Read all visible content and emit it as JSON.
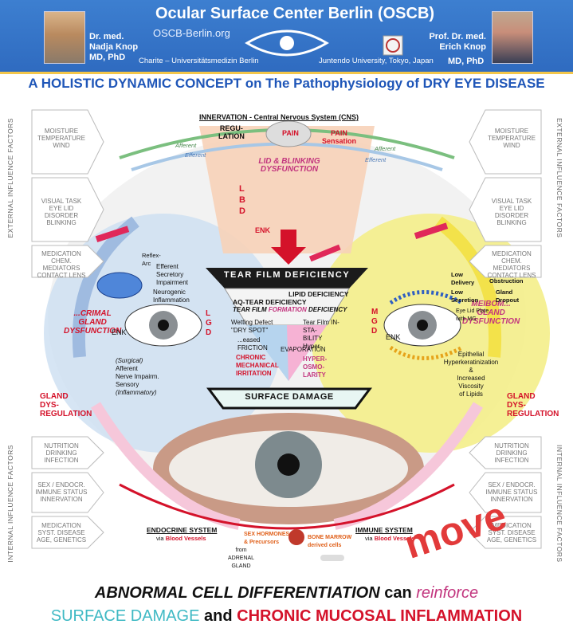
{
  "header": {
    "title": "Ocular Surface Center Berlin (OSCB)",
    "url": "OSCB-Berlin.org",
    "left_person": {
      "title": "Dr. med.",
      "name": "Nadja Knop",
      "degree": "MD, PhD",
      "affiliation": "Charite – Universitätsmedizin Berlin"
    },
    "right_person": {
      "title": "Prof. Dr. med.",
      "name": "Erich Knop",
      "degree": "MD, PhD",
      "affiliation": "Juntendo University, Tokyo, Japan"
    }
  },
  "subtitle": "A HOLISTIC DYNAMIC CONCEPT on The Pathophysiology of DRY EYE DISEASE",
  "diagram": {
    "cns": "INNERVATION - Central Nervous System (CNS)",
    "regulation": [
      "REGU-",
      "LATION"
    ],
    "pain": "PAIN",
    "pain_sensation": [
      "PAIN",
      "Sensation"
    ],
    "afferent": "Afferent",
    "efferent": "Efferent",
    "external_label": "EXTERNAL INFLUENCE FACTORS",
    "internal_label": "INTERNAL INFLUENCE FACTORS",
    "external_boxes": [
      [
        "MOISTURE",
        "TEMPERATURE",
        "WIND"
      ],
      [
        "VISUAL TASK",
        "EYE LID DISORDER",
        "BLINKING"
      ],
      [
        "MEDICATION",
        "CHEM. MEDIATORS",
        "CONTACT LENS"
      ]
    ],
    "internal_boxes": [
      [
        "NUTRITION",
        "DRINKING",
        "INFECTION"
      ],
      [
        "SEX / ENDOCR.",
        "IMMUNE STATUS",
        "INNERVATION"
      ],
      [
        "MEDICATION",
        "SYST. DISEASE",
        "AGE, GENETICS"
      ]
    ],
    "lid_blinking": [
      "LID & BLINKING",
      "DYSFUNCTION"
    ],
    "lbd": [
      "L",
      "B",
      "D"
    ],
    "enk": "ENK",
    "tear_film_deficiency": "TEAR FILM DEFICIENCY",
    "lipid_deficiency": "LIPID DEFICIENCY",
    "aq_tear_deficiency": "AQ-TEAR DEFICIENCY",
    "tear_film_formation": [
      "TEAR FILM",
      "FORMATION",
      "DEFICIENCY"
    ],
    "wetting_defect": [
      "Wetting Defect",
      "\"DRY SPOT\""
    ],
    "instability": [
      "Tear Film IN-",
      "STA-",
      "BILITY",
      "Hyper-"
    ],
    "friction": [
      "...eased",
      "FRICTION"
    ],
    "chronic_irritation": [
      "CHRONIC",
      "MECHANICAL",
      "IRRITATION"
    ],
    "evaporation": "EVAPORATION",
    "hyper_osmolarity": [
      "HYPER-",
      "OSMO-",
      "LARITY"
    ],
    "surface_damage": "SURFACE DAMAGE",
    "lacrimal": [
      "...CRIMAL",
      "GLAND",
      "DYSFUNCTION"
    ],
    "lgd": [
      "L",
      "G",
      "D"
    ],
    "reflex_arc": [
      "Reflex-",
      "Arc"
    ],
    "efferent_secretory": [
      "Efferent",
      "Secretory",
      "Impairment"
    ],
    "neurogenic": [
      "Neurogenic",
      "Inflammation"
    ],
    "afferent_nerve": [
      "(Surgical)",
      "Afferent",
      "Nerve Impairm.",
      "Sensory",
      "(Inflammatory)"
    ],
    "gland_regulation": [
      "GLAND",
      "DYS-",
      "REGULATION"
    ],
    "meibomian": [
      "MEIBOM...",
      "GLAND",
      "DYSFUNCTION"
    ],
    "mgd": [
      "M",
      "G",
      "D"
    ],
    "low_delivery": [
      "Low",
      "Delivery"
    ],
    "obstruction": "Obstruction",
    "low_secretion": [
      "Low",
      "Secretion"
    ],
    "gland_dropout": [
      "Gland",
      "Dropout"
    ],
    "eye_lid_plate": [
      "Eye Lid Plate",
      "with MG"
    ],
    "epithelial": [
      "Epithelial",
      "Hyperkeratinization",
      "&",
      "Increased",
      "Viscosity",
      "of Lipids"
    ],
    "endocrine": [
      "ENDOCRINE SYSTEM",
      "via",
      "Blood Vessels"
    ],
    "immune": [
      "IMMUNE SYSTEM",
      "via",
      "Blood Vessels"
    ],
    "sex_hormones": [
      "SEX HORMONES",
      "& Precursors"
    ],
    "adrenal": [
      "from",
      "ADRENAL",
      "GLAND"
    ],
    "bone_marrow": [
      "BONE MARROW",
      "derived cells"
    ]
  },
  "move_badge": "move",
  "footer": {
    "line1_part1": "ABNORMAL CELL DIFFERENTIATION",
    "line1_part2": "can",
    "line1_part3": "reinforce",
    "line2_part1": "SURFACE DAMAGE",
    "line2_part2": "and",
    "line2_part3": "CHRONIC MUCOSAL INFLAMMATION"
  },
  "colors": {
    "header_bg": "#2f6bc0",
    "title_blue": "#1f56b8",
    "red": "#d4122a",
    "teal": "#3fb9c4",
    "pink": "#c2357e",
    "yellow": "#f4ee8a",
    "lightblue": "#cfe0f2"
  }
}
